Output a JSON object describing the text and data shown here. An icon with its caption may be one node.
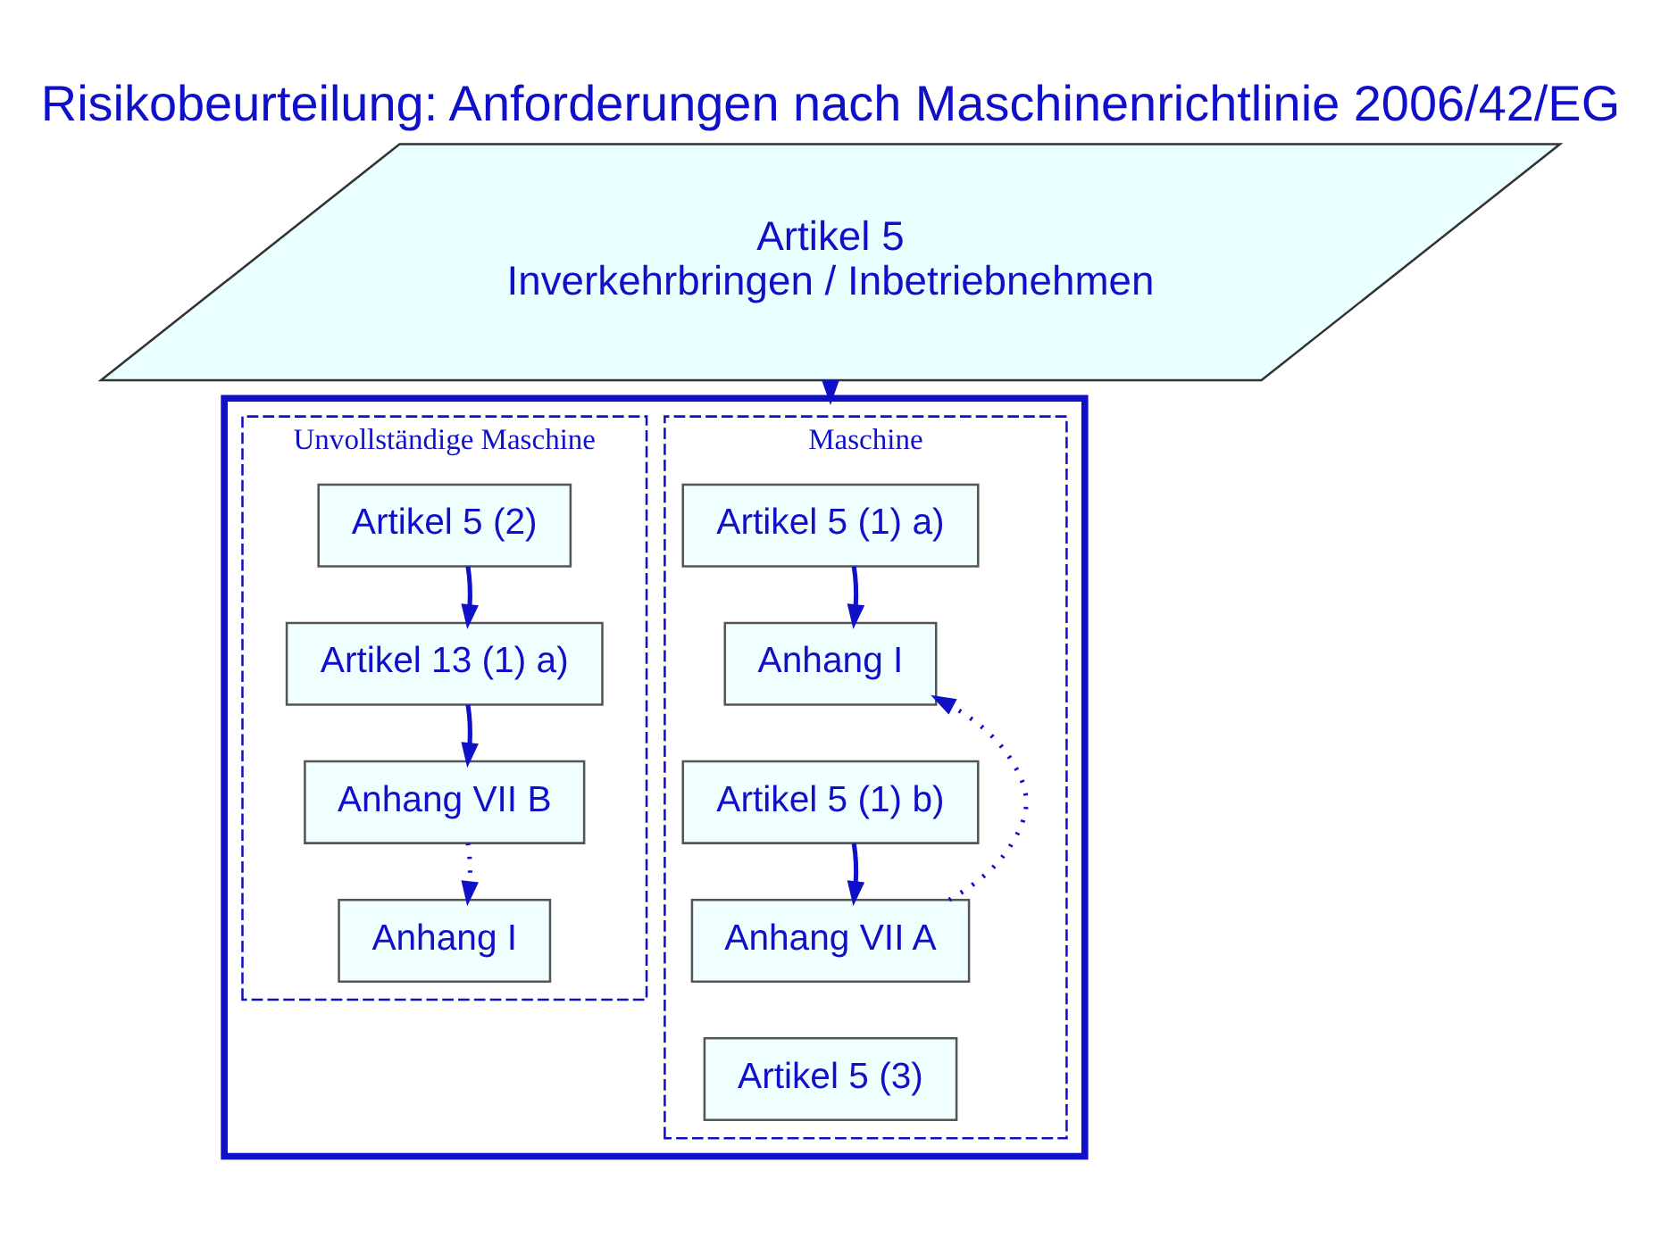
{
  "diagram": {
    "title": "Risikobeurteilung: Anforderungen nach Maschinenrichtlinie 2006/42/EG",
    "nodes": [
      {
        "text": [
          "Artikel 5",
          "Inverkehrbringen / Inbetriebnehmen"
        ]
      },
      {
        "text": [],
        "shape": "box"
      },
      {
        "text": [
          "Maschine"
        ],
        "in": 1
      },
      {
        "text": [
          "Artikel 5 (1) a)"
        ],
        "in": 2
      },
      {
        "text": [
          "Anhang I"
        ],
        "in": 2
      },
      {
        "text": [
          "Artikel 5 (1) b)"
        ],
        "in": 2
      },
      {
        "text": [
          "Anhang VII A"
        ],
        "in": 2
      },
      {
        "text": [
          "Artikel 5 (3)"
        ],
        "in": 2
      },
      {
        "text": [
          "Unvollständige Maschine"
        ],
        "in": 1
      },
      {
        "text": [
          "Artikel 5 (2)"
        ],
        "in": 8
      },
      {
        "text": [
          "Artikel 13 (1) a)"
        ],
        "in": 8
      },
      {
        "text": [
          "Anhang VII B"
        ],
        "in": 8
      },
      {
        "text": [
          "Anhang I"
        ],
        "in": 8
      }
    ],
    "edges": [
      {
        "from": 0,
        "to": 1,
        "arrow": "to"
      },
      {
        "from": 3,
        "to": 4,
        "arrow": "to"
      },
      {
        "from": 5,
        "to": 6,
        "arrow": "to"
      },
      {
        "from": 6,
        "to": 4,
        "arrow": "to",
        "style": "dashed"
      },
      {
        "from": 9,
        "to": 10,
        "arrow": "to"
      },
      {
        "from": 10,
        "to": 11,
        "arrow": "to"
      },
      {
        "from": 11,
        "to": 12,
        "arrow": "to",
        "style": "dashed"
      }
    ]
  }
}
